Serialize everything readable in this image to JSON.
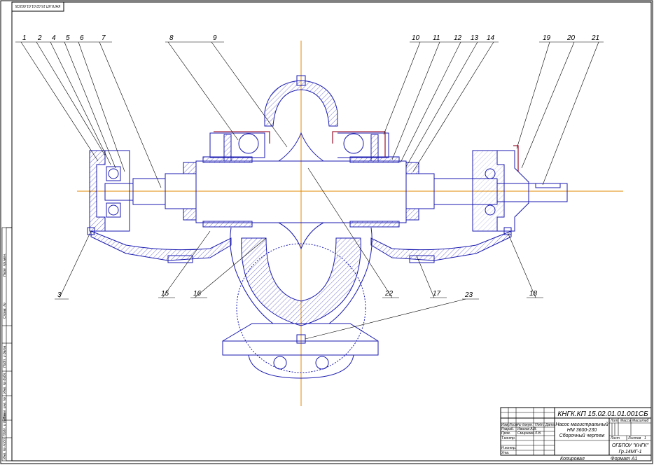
{
  "drawing": {
    "mirrored_stamp": "КНГК.КП 15.02.01.01.001СБ",
    "part_numbers_top": [
      "1",
      "2",
      "4",
      "5",
      "6",
      "7",
      "8",
      "9",
      "10",
      "11",
      "12",
      "13",
      "14",
      "19",
      "20",
      "21"
    ],
    "part_numbers_bottom": [
      "3",
      "15",
      "16",
      "22",
      "17",
      "18",
      "23"
    ]
  },
  "side_strip": [
    "Перв. примен.",
    "Справ. №",
    "Подп. и дата",
    "Инв. № дубл.",
    "Взам. инв. №",
    "Подп. и дата",
    "Инв. № подл."
  ],
  "title_block": {
    "designation": "КНГК.КП 15.02.01.01.001СБ",
    "name_line1": "Насос магистральный",
    "name_line2": "НМ 3600-230",
    "name_line3": "Сборочный чертеж",
    "col_izm": "Изм.",
    "col_list": "Лист",
    "col_doc": "№ докум.",
    "col_sign": "Подп.",
    "col_date": "Дата",
    "row_razrab": "Разраб.",
    "razrab_name": "Иванов А.В.",
    "row_prov": "Пров.",
    "prov_name": "Смирнова Л.В.",
    "row_tkontr": "Т.контр.",
    "row_nkontr": "Н.контр.",
    "row_utv": "Утв.",
    "lit": "Лит.",
    "mass": "Масса",
    "scale": "Масштаб",
    "sheet": "Лист",
    "sheets": "Листов",
    "sheets_count": "1",
    "org_line1": "ОГБПОУ \"КНГК\"",
    "org_line2": "Гр.14МГ-1",
    "copied": "Копировал",
    "format": "Формат  А1"
  }
}
